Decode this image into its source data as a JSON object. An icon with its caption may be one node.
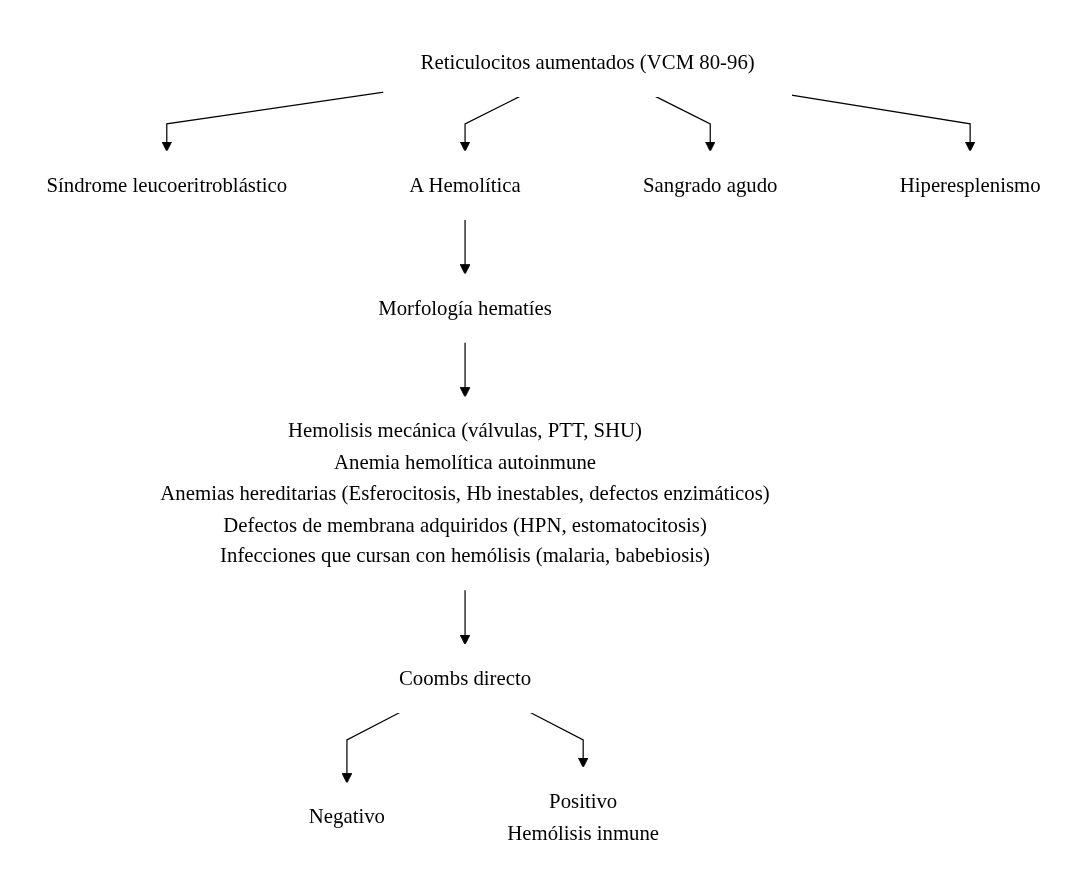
{
  "diagram": {
    "nodes": [
      {
        "text": [
          "Reticulocitos aumentados (VCM 80-96)"
        ]
      },
      {
        "text": [
          "Síndrome leucoeritroblástico"
        ]
      },
      {
        "text": [
          "A Hemolítica"
        ]
      },
      {
        "text": [
          "Sangrado agudo"
        ]
      },
      {
        "text": [
          "Hiperesplenismo"
        ]
      },
      {
        "text": [
          "Morfología hematíes"
        ]
      },
      {
        "text": [
          "Hemolisis mecánica (válvulas, PTT, SHU)",
          "Anemia hemolítica autoinmune",
          "Anemias hereditarias (Esferocitosis, Hb inestables, defectos enzimáticos)",
          "Defectos de membrana adquiridos (HPN, estomatocitosis)",
          "Infecciones que cursan con hemólisis (malaria, babebiosis)"
        ]
      },
      {
        "text": [
          "Coombs directo"
        ]
      },
      {
        "text": [
          "Negativo"
        ]
      },
      {
        "text": [
          "Positivo",
          "Hemólisis inmune"
        ]
      }
    ],
    "edges": [
      {
        "from": 0,
        "to": 1,
        "arrow": "to"
      },
      {
        "from": 0,
        "to": 2,
        "arrow": "to"
      },
      {
        "from": 0,
        "to": 3,
        "arrow": "to"
      },
      {
        "from": 0,
        "to": 4,
        "arrow": "to"
      },
      {
        "from": 2,
        "to": 5,
        "arrow": "to"
      },
      {
        "from": 5,
        "to": 6,
        "arrow": "to"
      },
      {
        "from": 6,
        "to": 7,
        "arrow": "to"
      },
      {
        "from": 7,
        "to": 8,
        "arrow": "to"
      },
      {
        "from": 7,
        "to": 9,
        "arrow": "to"
      }
    ]
  }
}
